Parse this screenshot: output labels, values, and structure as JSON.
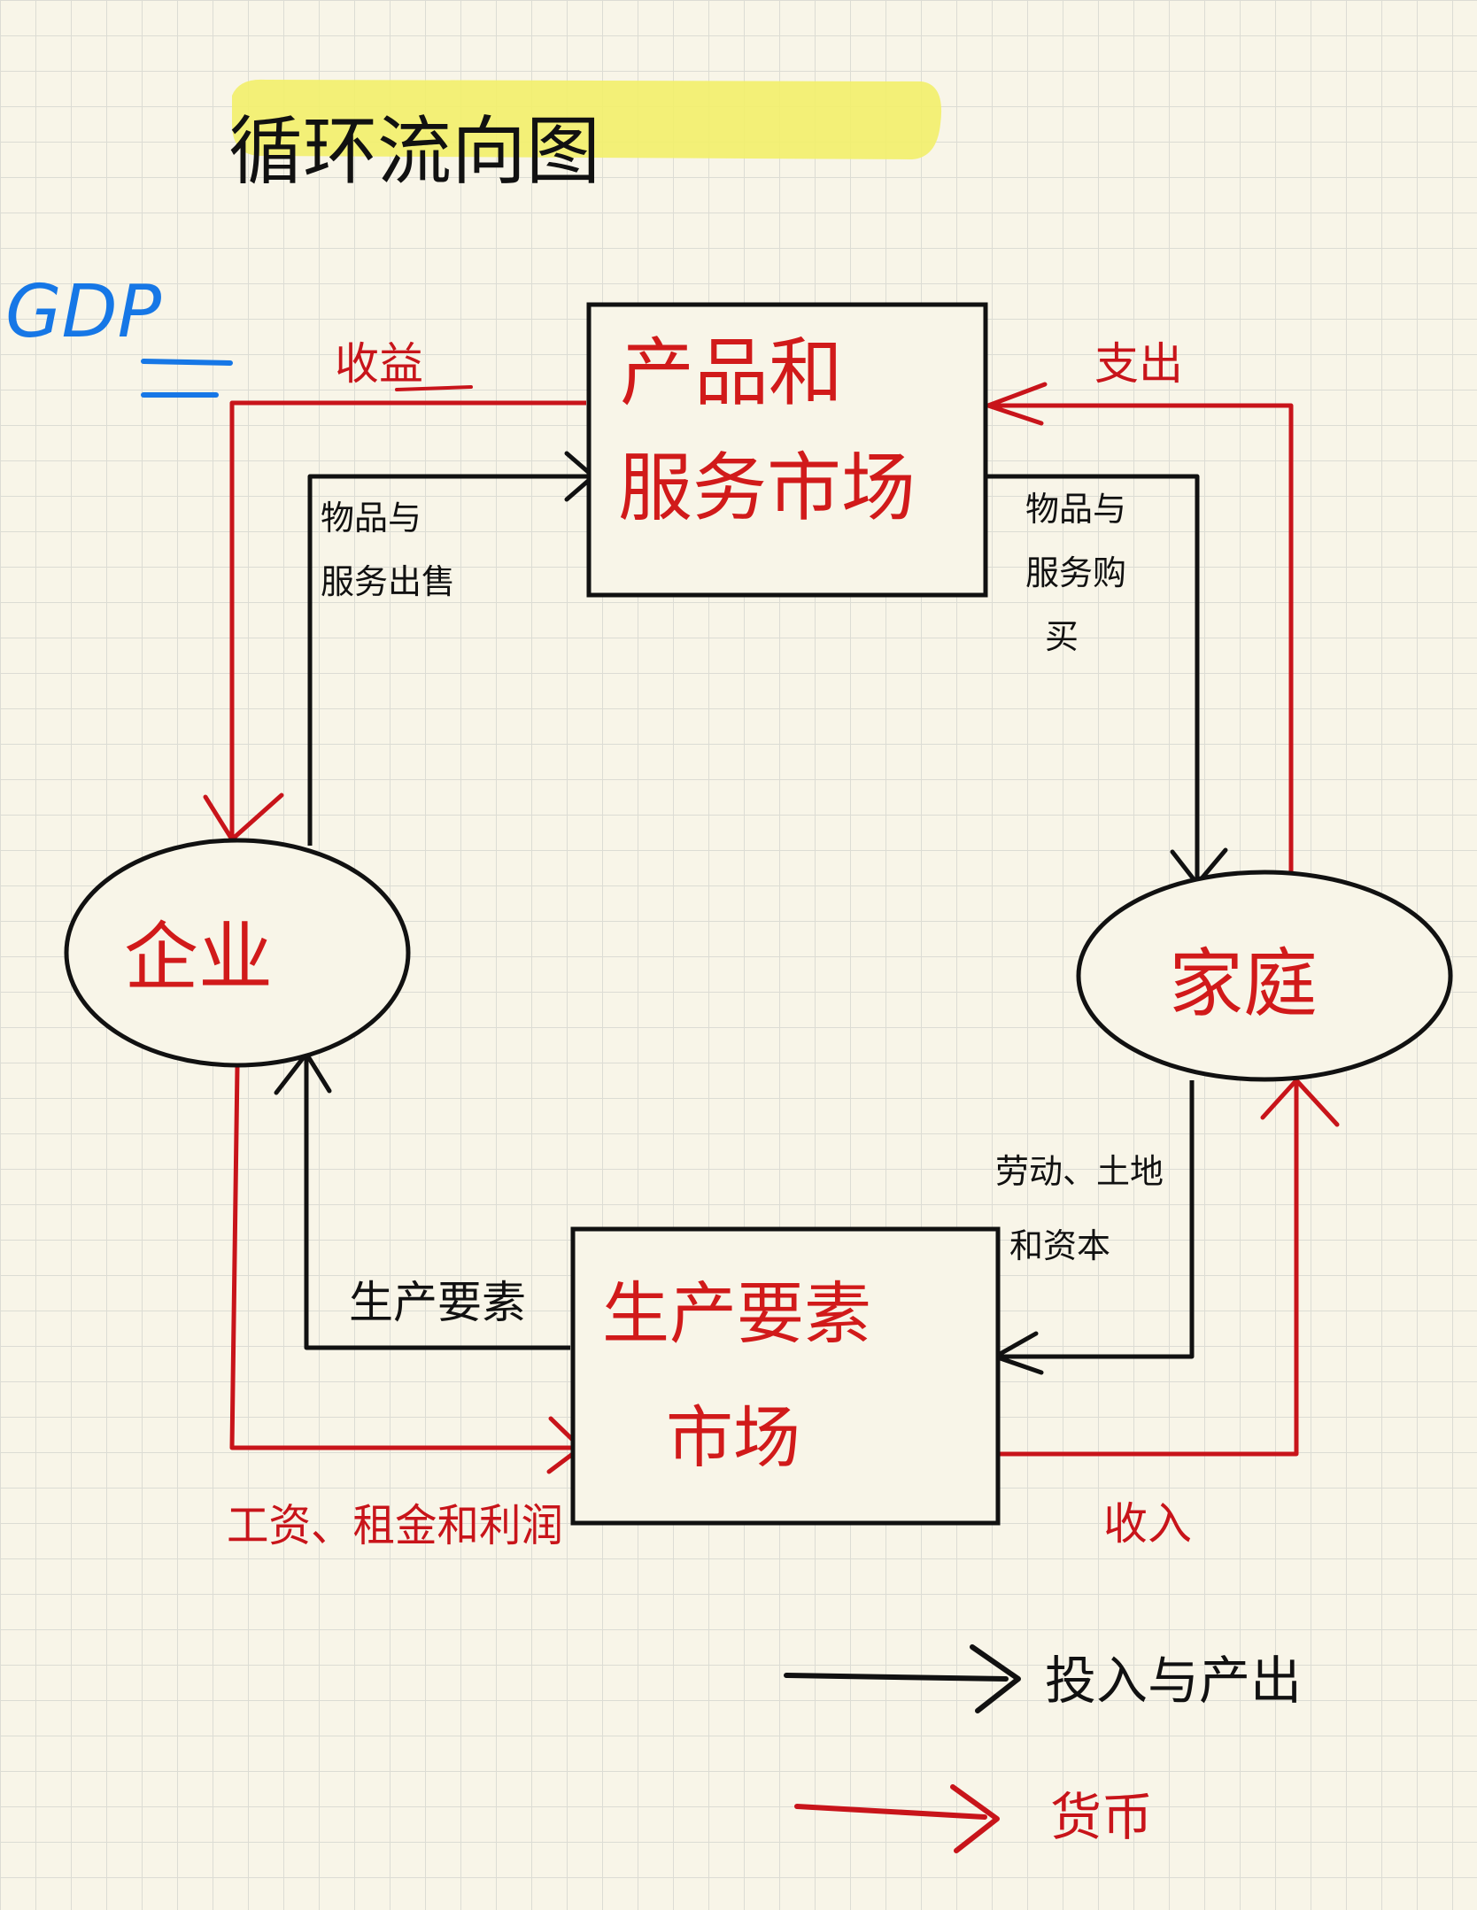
{
  "title": "循环流向图",
  "gdp_label": "GDP",
  "nodes": {
    "goods_market": [
      "产品和",
      "服务市场"
    ],
    "firms": "企业",
    "households": "家庭",
    "factor_market": [
      "生产要素",
      "市场"
    ]
  },
  "flow_labels": {
    "revenue": "收益",
    "spending": "支出",
    "goods_sold": [
      "物品与",
      "服务出售"
    ],
    "goods_bought": [
      "物品与",
      "服务购",
      "买"
    ],
    "factors_of_production": "生产要素",
    "labor_land_capital": [
      "劳动、土地",
      "和资本"
    ],
    "wages_rent_profit": "工资、租金和利润",
    "income": "收入"
  },
  "legend": {
    "black_label": "投入与产出",
    "red_label": "货币"
  },
  "colors": {
    "money_flow": "#c8141a",
    "goods_flow": "#111111",
    "gdp": "#1677e6",
    "title_highlight": "#f2ef6a",
    "node_text": "#d11a1a"
  }
}
